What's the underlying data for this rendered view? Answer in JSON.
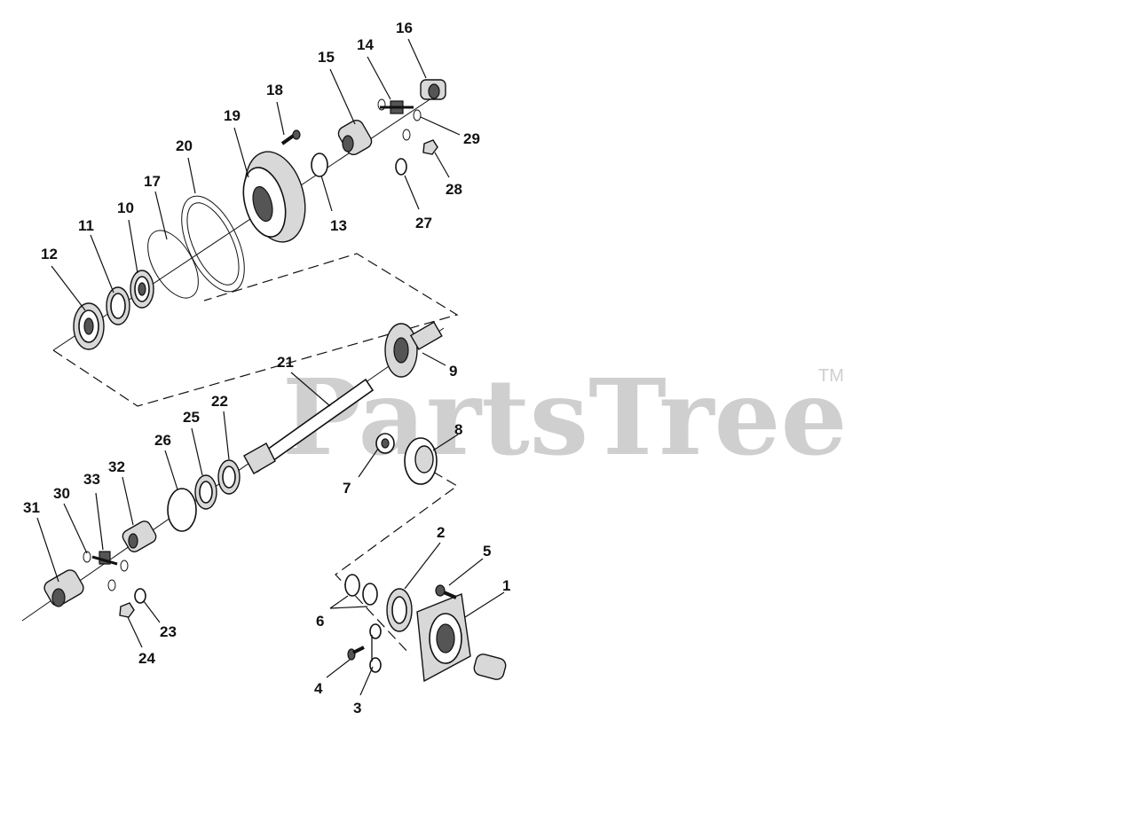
{
  "watermark": {
    "text": "PartsTree",
    "tm": "TM"
  },
  "callouts": {
    "c1": "1",
    "c2": "2",
    "c3": "3",
    "c4": "4",
    "c5": "5",
    "c6": "6",
    "c7": "7",
    "c8": "8",
    "c9": "9",
    "c10": "10",
    "c11": "11",
    "c12": "12",
    "c13": "13",
    "c14": "14",
    "c15": "15",
    "c16": "16",
    "c17": "17",
    "c18": "18",
    "c19": "19",
    "c20": "20",
    "c21": "21",
    "c22": "22",
    "c23": "23",
    "c24": "24",
    "c25": "25",
    "c26": "26",
    "c27": "27",
    "c28": "28",
    "c29": "29",
    "c30": "30",
    "c31": "31",
    "c32": "32",
    "c33": "33"
  }
}
